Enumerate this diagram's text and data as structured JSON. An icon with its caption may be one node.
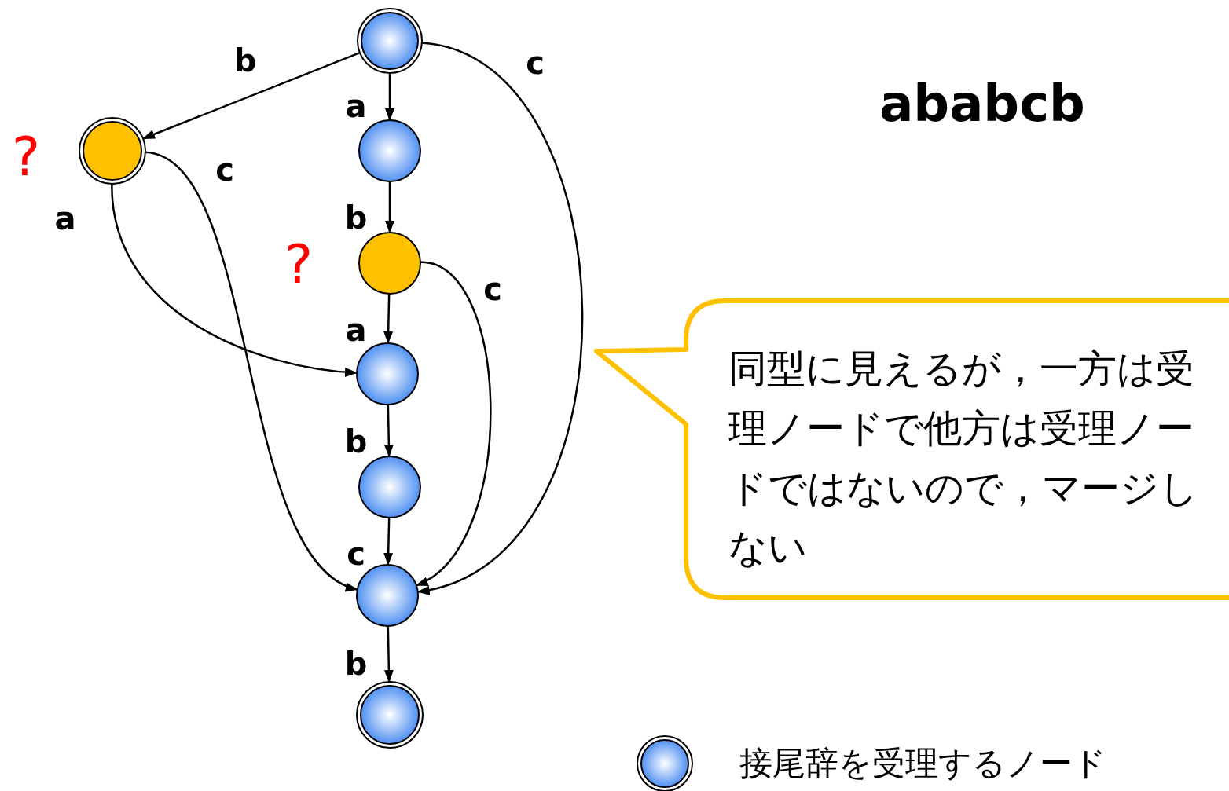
{
  "diagram": {
    "title": "ababcb",
    "nodes": [
      {
        "text": [],
        "shape": "circle"
      },
      {
        "text": [],
        "shape": "circle"
      },
      {
        "text": [],
        "shape": "circle"
      },
      {
        "text": [],
        "shape": "circle"
      },
      {
        "text": [],
        "shape": "circle"
      },
      {
        "text": [],
        "shape": "circle"
      },
      {
        "text": [],
        "shape": "circle"
      },
      {
        "text": [],
        "shape": "circle"
      },
      {
        "text": [
          "同型に見えるが，一方は受理ノードで他方は受理ノードではないので，マージしない"
        ]
      }
    ],
    "edges": [
      {
        "from": 0,
        "to": 1,
        "arrow": "to",
        "label": "b"
      },
      {
        "from": 0,
        "to": 2,
        "arrow": "to",
        "label": "a"
      },
      {
        "from": 0,
        "to": 6,
        "arrow": "to",
        "label": "c"
      },
      {
        "from": 1,
        "to": 4,
        "arrow": "to",
        "label": "a"
      },
      {
        "from": 1,
        "to": 6,
        "arrow": "to",
        "label": "c"
      },
      {
        "from": 2,
        "to": 3,
        "arrow": "to",
        "label": "b"
      },
      {
        "from": 3,
        "to": 4,
        "arrow": "to",
        "label": "a"
      },
      {
        "from": 3,
        "to": 6,
        "arrow": "to",
        "label": "c"
      },
      {
        "from": 4,
        "to": 5,
        "arrow": "to",
        "label": "b"
      },
      {
        "from": 5,
        "to": 6,
        "arrow": "to",
        "label": "c"
      },
      {
        "from": 6,
        "to": 7,
        "arrow": "to",
        "label": "b"
      }
    ],
    "labels": [
      "?",
      "?"
    ],
    "legend": [
      {
        "text": "接尾辞を受理するノード"
      }
    ]
  }
}
